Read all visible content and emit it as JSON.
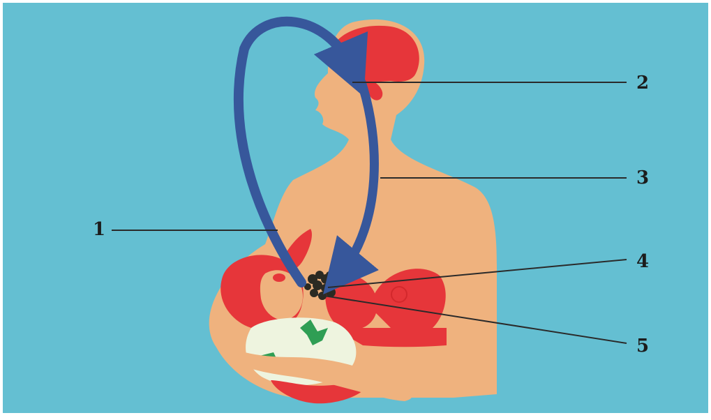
{
  "colors": {
    "background": "#64bfd2",
    "skin": "#efb27e",
    "red": "#e6363a",
    "arrow": "#37579b",
    "gland": "#2c2a22",
    "green": "#2f9e54",
    "cloth": "#eef4df",
    "line": "#2a2a2a"
  },
  "labels": [
    "1",
    "2",
    "3",
    "4",
    "5"
  ],
  "icons": {
    "arrow_up": "curved-arrow-up-icon",
    "arrow_down": "curved-arrow-down-icon"
  }
}
